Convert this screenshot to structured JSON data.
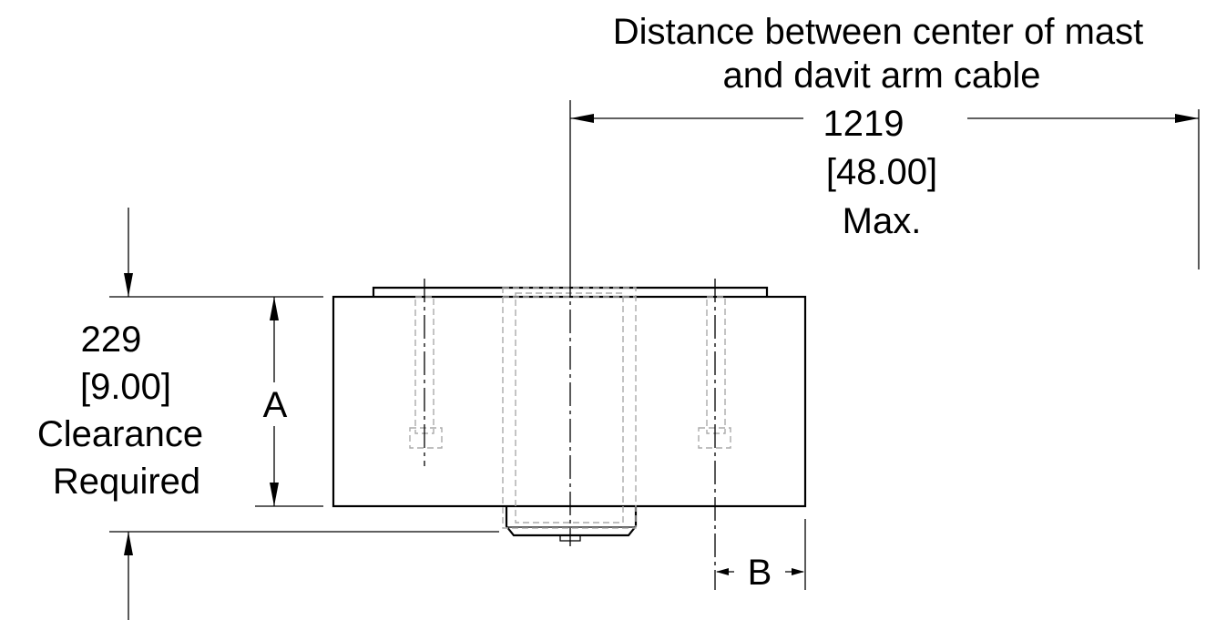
{
  "dimensions": {
    "distance": {
      "title_line1": "Distance between center of mast",
      "title_line2": "and davit arm cable",
      "value_mm": "1219",
      "value_in": "[48.00]",
      "qualifier": "Max."
    },
    "clearance": {
      "value_mm": "229",
      "value_in": "[9.00]",
      "label_line1": "Clearance",
      "label_line2": "Required"
    },
    "height": {
      "label": "A"
    },
    "offset": {
      "label": "B"
    }
  }
}
